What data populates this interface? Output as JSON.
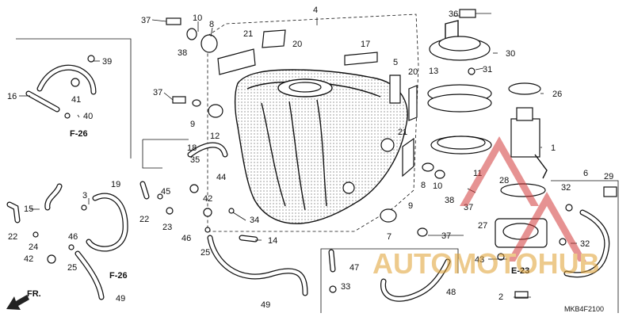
{
  "diagram": {
    "code": "MKB4F2100",
    "direction_label": "FR.",
    "refs": [
      "F-26",
      "F-26",
      "E-23"
    ],
    "watermark": "AUTOMOTOHUB",
    "callouts": [
      {
        "id": "c1",
        "n": "1"
      },
      {
        "id": "c2",
        "n": "2"
      },
      {
        "id": "c3",
        "n": "3"
      },
      {
        "id": "c4",
        "n": "4"
      },
      {
        "id": "c5",
        "n": "5"
      },
      {
        "id": "c6",
        "n": "6"
      },
      {
        "id": "c7",
        "n": "7"
      },
      {
        "id": "c8a",
        "n": "8"
      },
      {
        "id": "c8b",
        "n": "8"
      },
      {
        "id": "c9a",
        "n": "9"
      },
      {
        "id": "c9b",
        "n": "9"
      },
      {
        "id": "c10a",
        "n": "10"
      },
      {
        "id": "c10b",
        "n": "10"
      },
      {
        "id": "c11",
        "n": "11"
      },
      {
        "id": "c12",
        "n": "12"
      },
      {
        "id": "c13",
        "n": "13"
      },
      {
        "id": "c14",
        "n": "14"
      },
      {
        "id": "c15",
        "n": "15"
      },
      {
        "id": "c16",
        "n": "16"
      },
      {
        "id": "c17",
        "n": "17"
      },
      {
        "id": "c18",
        "n": "18"
      },
      {
        "id": "c19",
        "n": "19"
      },
      {
        "id": "c20a",
        "n": "20"
      },
      {
        "id": "c20b",
        "n": "20"
      },
      {
        "id": "c21a",
        "n": "21"
      },
      {
        "id": "c21b",
        "n": "21"
      },
      {
        "id": "c22a",
        "n": "22"
      },
      {
        "id": "c22b",
        "n": "22"
      },
      {
        "id": "c23",
        "n": "23"
      },
      {
        "id": "c24",
        "n": "24"
      },
      {
        "id": "c25a",
        "n": "25"
      },
      {
        "id": "c25b",
        "n": "25"
      },
      {
        "id": "c26",
        "n": "26"
      },
      {
        "id": "c27",
        "n": "27"
      },
      {
        "id": "c28",
        "n": "28"
      },
      {
        "id": "c29",
        "n": "29"
      },
      {
        "id": "c30",
        "n": "30"
      },
      {
        "id": "c31",
        "n": "31"
      },
      {
        "id": "c32a",
        "n": "32"
      },
      {
        "id": "c32b",
        "n": "32"
      },
      {
        "id": "c33",
        "n": "33"
      },
      {
        "id": "c34",
        "n": "34"
      },
      {
        "id": "c35",
        "n": "35"
      },
      {
        "id": "c36",
        "n": "36"
      },
      {
        "id": "c37a",
        "n": "37"
      },
      {
        "id": "c37b",
        "n": "37"
      },
      {
        "id": "c37c",
        "n": "37"
      },
      {
        "id": "c37d",
        "n": "37"
      },
      {
        "id": "c38a",
        "n": "38"
      },
      {
        "id": "c38b",
        "n": "38"
      },
      {
        "id": "c39",
        "n": "39"
      },
      {
        "id": "c40",
        "n": "40"
      },
      {
        "id": "c41",
        "n": "41"
      },
      {
        "id": "c42a",
        "n": "42"
      },
      {
        "id": "c42b",
        "n": "42"
      },
      {
        "id": "c43",
        "n": "43"
      },
      {
        "id": "c44",
        "n": "44"
      },
      {
        "id": "c45",
        "n": "45"
      },
      {
        "id": "c46a",
        "n": "46"
      },
      {
        "id": "c46b",
        "n": "46"
      },
      {
        "id": "c47",
        "n": "47"
      },
      {
        "id": "c48",
        "n": "48"
      },
      {
        "id": "c49a",
        "n": "49"
      },
      {
        "id": "c49b",
        "n": "49"
      }
    ]
  }
}
